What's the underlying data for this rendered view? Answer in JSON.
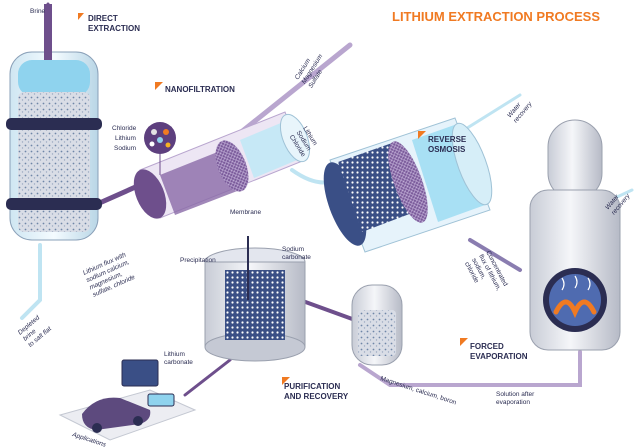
{
  "title": "LITHIUM EXTRACTION PROCESS",
  "steps": {
    "direct_extraction": [
      "DIRECT",
      "EXTRACTION"
    ],
    "nanofiltration": [
      "NANOFILTRATION"
    ],
    "reverse_osmosis": [
      "REVERSE",
      "OSMOSIS"
    ],
    "forced_evaporation": [
      "FORCED",
      "EVAPORATION"
    ],
    "purification": [
      "PURIFICATION",
      "AND RECOVERY"
    ]
  },
  "labels": {
    "brine": "Brine",
    "chloride": "Chloride",
    "lithium": "Lithium",
    "sodium": "Sodium",
    "membrane": "Membrane",
    "calcium_out": [
      "Calcium",
      "Magnesium",
      "Sulfate"
    ],
    "lithium_flow": [
      "Lithium",
      "Sodium",
      "Chloride"
    ],
    "water_recovery_1": [
      "Water",
      "recovery"
    ],
    "water_recovery_2": [
      "Water",
      "recovery"
    ],
    "lithium_flux": [
      "Lithium flux with",
      "sodium calcium,",
      "magnesium,",
      "sulfate, chloride"
    ],
    "depleted_brine": [
      "Depleted",
      "brine",
      "to salt flat"
    ],
    "concentrated_flux": [
      "Concentrated",
      "flux of lithium,",
      "sodium,",
      "chloride"
    ],
    "precipitation": "Precipitation",
    "sodium_carbonate": [
      "Sodium",
      "carbonate"
    ],
    "lithium_carbonate": [
      "Lithium",
      "carbonate"
    ],
    "solution_after": [
      "Solution after",
      "evaporation"
    ],
    "mg_ca_b": "Magnesium, calcium, boron",
    "applications": "Applications"
  },
  "colors": {
    "accent": "#f07a22",
    "navy": "#2b2d52",
    "purple": "#6e4f8c",
    "purple_light": "#b9a6cf",
    "water_blue": "#8fd3ee",
    "pipe_light": "#bfe4f2"
  }
}
